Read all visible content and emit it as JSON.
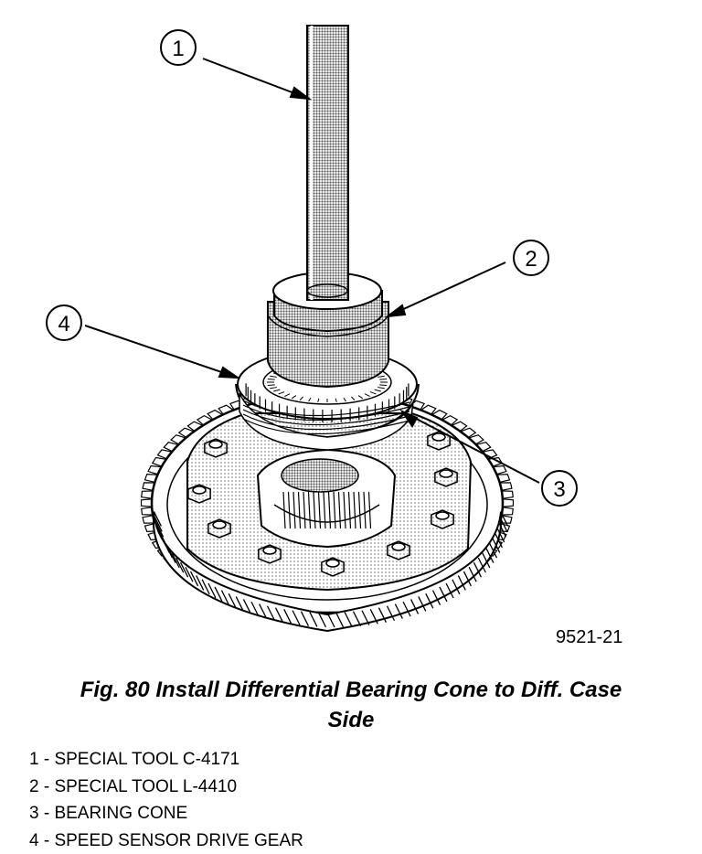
{
  "figure": {
    "id_label": "9521-21",
    "callouts": [
      "1",
      "2",
      "3",
      "4"
    ]
  },
  "caption": {
    "line1": "Fig. 80 Install Differential Bearing Cone to Diff. Case",
    "line2": "Side"
  },
  "legend": [
    "1 - SPECIAL TOOL C-4171",
    "2 - SPECIAL TOOL L-4410",
    "3 - BEARING CONE",
    "4 - SPEED SENSOR DRIVE GEAR"
  ],
  "colors": {
    "ink": "#000000",
    "shade": "#9a9a9a",
    "paper": "#ffffff"
  }
}
